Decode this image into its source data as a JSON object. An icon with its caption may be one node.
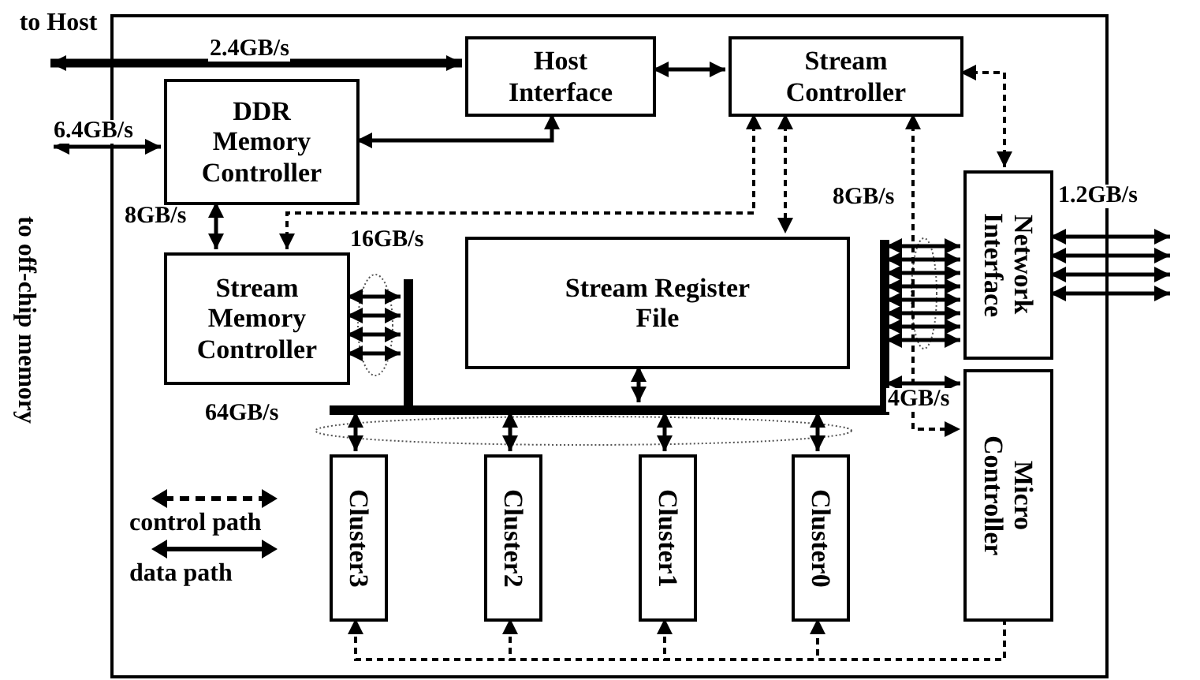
{
  "diagram": {
    "nodes": [
      {
        "text": [],
        "shape": "box"
      },
      {
        "text": [
          "Host Interface"
        ],
        "in": 0
      },
      {
        "text": [
          "Stream Controller"
        ],
        "in": 0
      },
      {
        "text": [
          "DDR Memory Controller"
        ],
        "in": 0
      },
      {
        "text": [
          "Stream Memory Controller"
        ],
        "in": 0
      },
      {
        "text": [
          "Stream Register File"
        ],
        "in": 0
      },
      {
        "text": [
          "Network Interface"
        ],
        "in": 0
      },
      {
        "text": [
          "Micro Controller"
        ],
        "in": 0
      },
      {
        "text": [
          "Cluster3"
        ],
        "in": 0
      },
      {
        "text": [
          "Cluster2"
        ],
        "in": 0
      },
      {
        "text": [
          "Cluster1"
        ],
        "in": 0
      },
      {
        "text": [
          "Cluster0"
        ],
        "in": 0
      },
      {
        "text": [],
        "shape": "bar",
        "in": 0
      },
      {
        "text": [
          "to Host"
        ]
      },
      {
        "text": [
          "to off-chip memory"
        ]
      },
      {
        "text": [],
        "shape": "bar",
        "in": 0
      },
      {
        "text": [],
        "shape": "bar",
        "in": 0
      }
    ],
    "edges": [
      {
        "from": 13,
        "to": 1,
        "arrow": "both",
        "label": "2.4GB/s",
        "style": "thick"
      },
      {
        "from": 14,
        "to": 3,
        "arrow": "both",
        "label": "6.4GB/s"
      },
      {
        "from": 3,
        "to": 1,
        "arrow": "both"
      },
      {
        "from": 1,
        "to": 2,
        "arrow": "both"
      },
      {
        "from": 3,
        "to": 4,
        "arrow": "both",
        "label": "8GB/s"
      },
      {
        "from": 2,
        "to": 4,
        "arrow": "both",
        "style": "dashed"
      },
      {
        "from": 2,
        "to": 5,
        "arrow": "both",
        "style": "dashed"
      },
      {
        "from": 2,
        "to": 6,
        "arrow": "both",
        "style": "dashed"
      },
      {
        "from": 2,
        "to": 7,
        "arrow": "both",
        "style": "dashed"
      },
      {
        "from": 4,
        "to": 16,
        "arrow": "both"
      },
      {
        "from": 4,
        "to": 16,
        "arrow": "both"
      },
      {
        "from": 4,
        "to": 16,
        "arrow": "both"
      },
      {
        "from": 4,
        "to": 16,
        "arrow": "both"
      },
      {
        "from": 6,
        "to": 15,
        "arrow": "both"
      },
      {
        "from": 6,
        "to": 15,
        "arrow": "both"
      },
      {
        "from": 6,
        "to": 15,
        "arrow": "both"
      },
      {
        "from": 6,
        "to": 15,
        "arrow": "both"
      },
      {
        "from": 6,
        "to": 15,
        "arrow": "both"
      },
      {
        "from": 6,
        "to": 15,
        "arrow": "both"
      },
      {
        "from": 6,
        "to": 15,
        "arrow": "both"
      },
      {
        "from": 6,
        "to": 15,
        "arrow": "both"
      },
      {
        "from": 7,
        "to": 15,
        "arrow": "both",
        "label": "4GB/s"
      },
      {
        "from": 5,
        "to": 12,
        "arrow": "both"
      },
      {
        "from": 12,
        "to": 8,
        "arrow": "both"
      },
      {
        "from": 12,
        "to": 9,
        "arrow": "both"
      },
      {
        "from": 12,
        "to": 10,
        "arrow": "both"
      },
      {
        "from": 12,
        "to": 11,
        "arrow": "both"
      },
      {
        "from": 7,
        "to": 11,
        "arrow": "to",
        "style": "dashed"
      },
      {
        "from": 7,
        "to": 10,
        "arrow": "to",
        "style": "dashed"
      },
      {
        "from": 7,
        "to": 9,
        "arrow": "to",
        "style": "dashed"
      },
      {
        "from": 7,
        "to": 8,
        "arrow": "to",
        "style": "dashed"
      },
      {
        "from": 6,
        "to": null,
        "arrow": "both"
      },
      {
        "from": 6,
        "to": null,
        "arrow": "both"
      },
      {
        "from": 6,
        "to": null,
        "arrow": "both"
      },
      {
        "from": 6,
        "to": null,
        "arrow": "both"
      }
    ],
    "labels": [
      "8GB/s",
      "1.2GB/s",
      "16GB/s",
      "64GB/s"
    ],
    "legend": [
      {
        "text": "control path"
      },
      {
        "text": "data path"
      }
    ]
  }
}
